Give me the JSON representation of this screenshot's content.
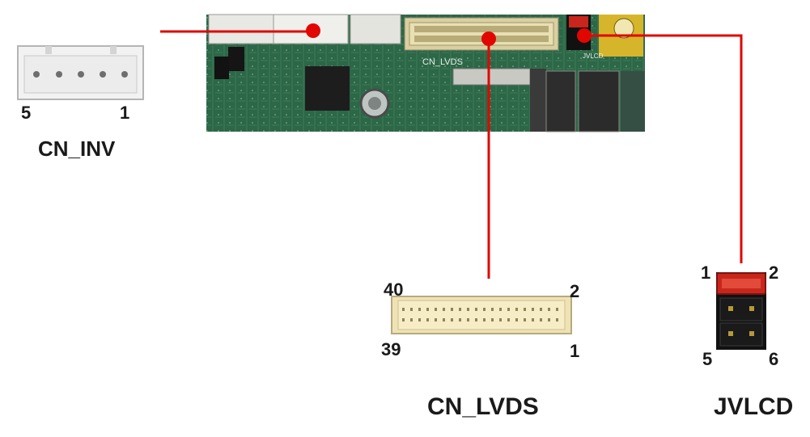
{
  "board": {
    "silk_cn_lvds": "CN_LVDS",
    "silk_jvlcd": "JVLCD",
    "colors": {
      "pcb": "#2f6b4a",
      "pcb_dark": "#1f4f35",
      "trace": "#e10600",
      "jumper_red": "#c8261c"
    }
  },
  "connectors": {
    "cn_inv": {
      "title": "CN_INV",
      "pin_left": "5",
      "pin_right": "1"
    },
    "cn_lvds": {
      "title": "CN_LVDS",
      "pin_top_left": "40",
      "pin_top_right": "2",
      "pin_bottom_left": "39",
      "pin_bottom_right": "1"
    },
    "jvlcd": {
      "title": "JVLCD",
      "pin_top_left": "1",
      "pin_top_right": "2",
      "pin_bottom_left": "5",
      "pin_bottom_right": "6"
    }
  }
}
